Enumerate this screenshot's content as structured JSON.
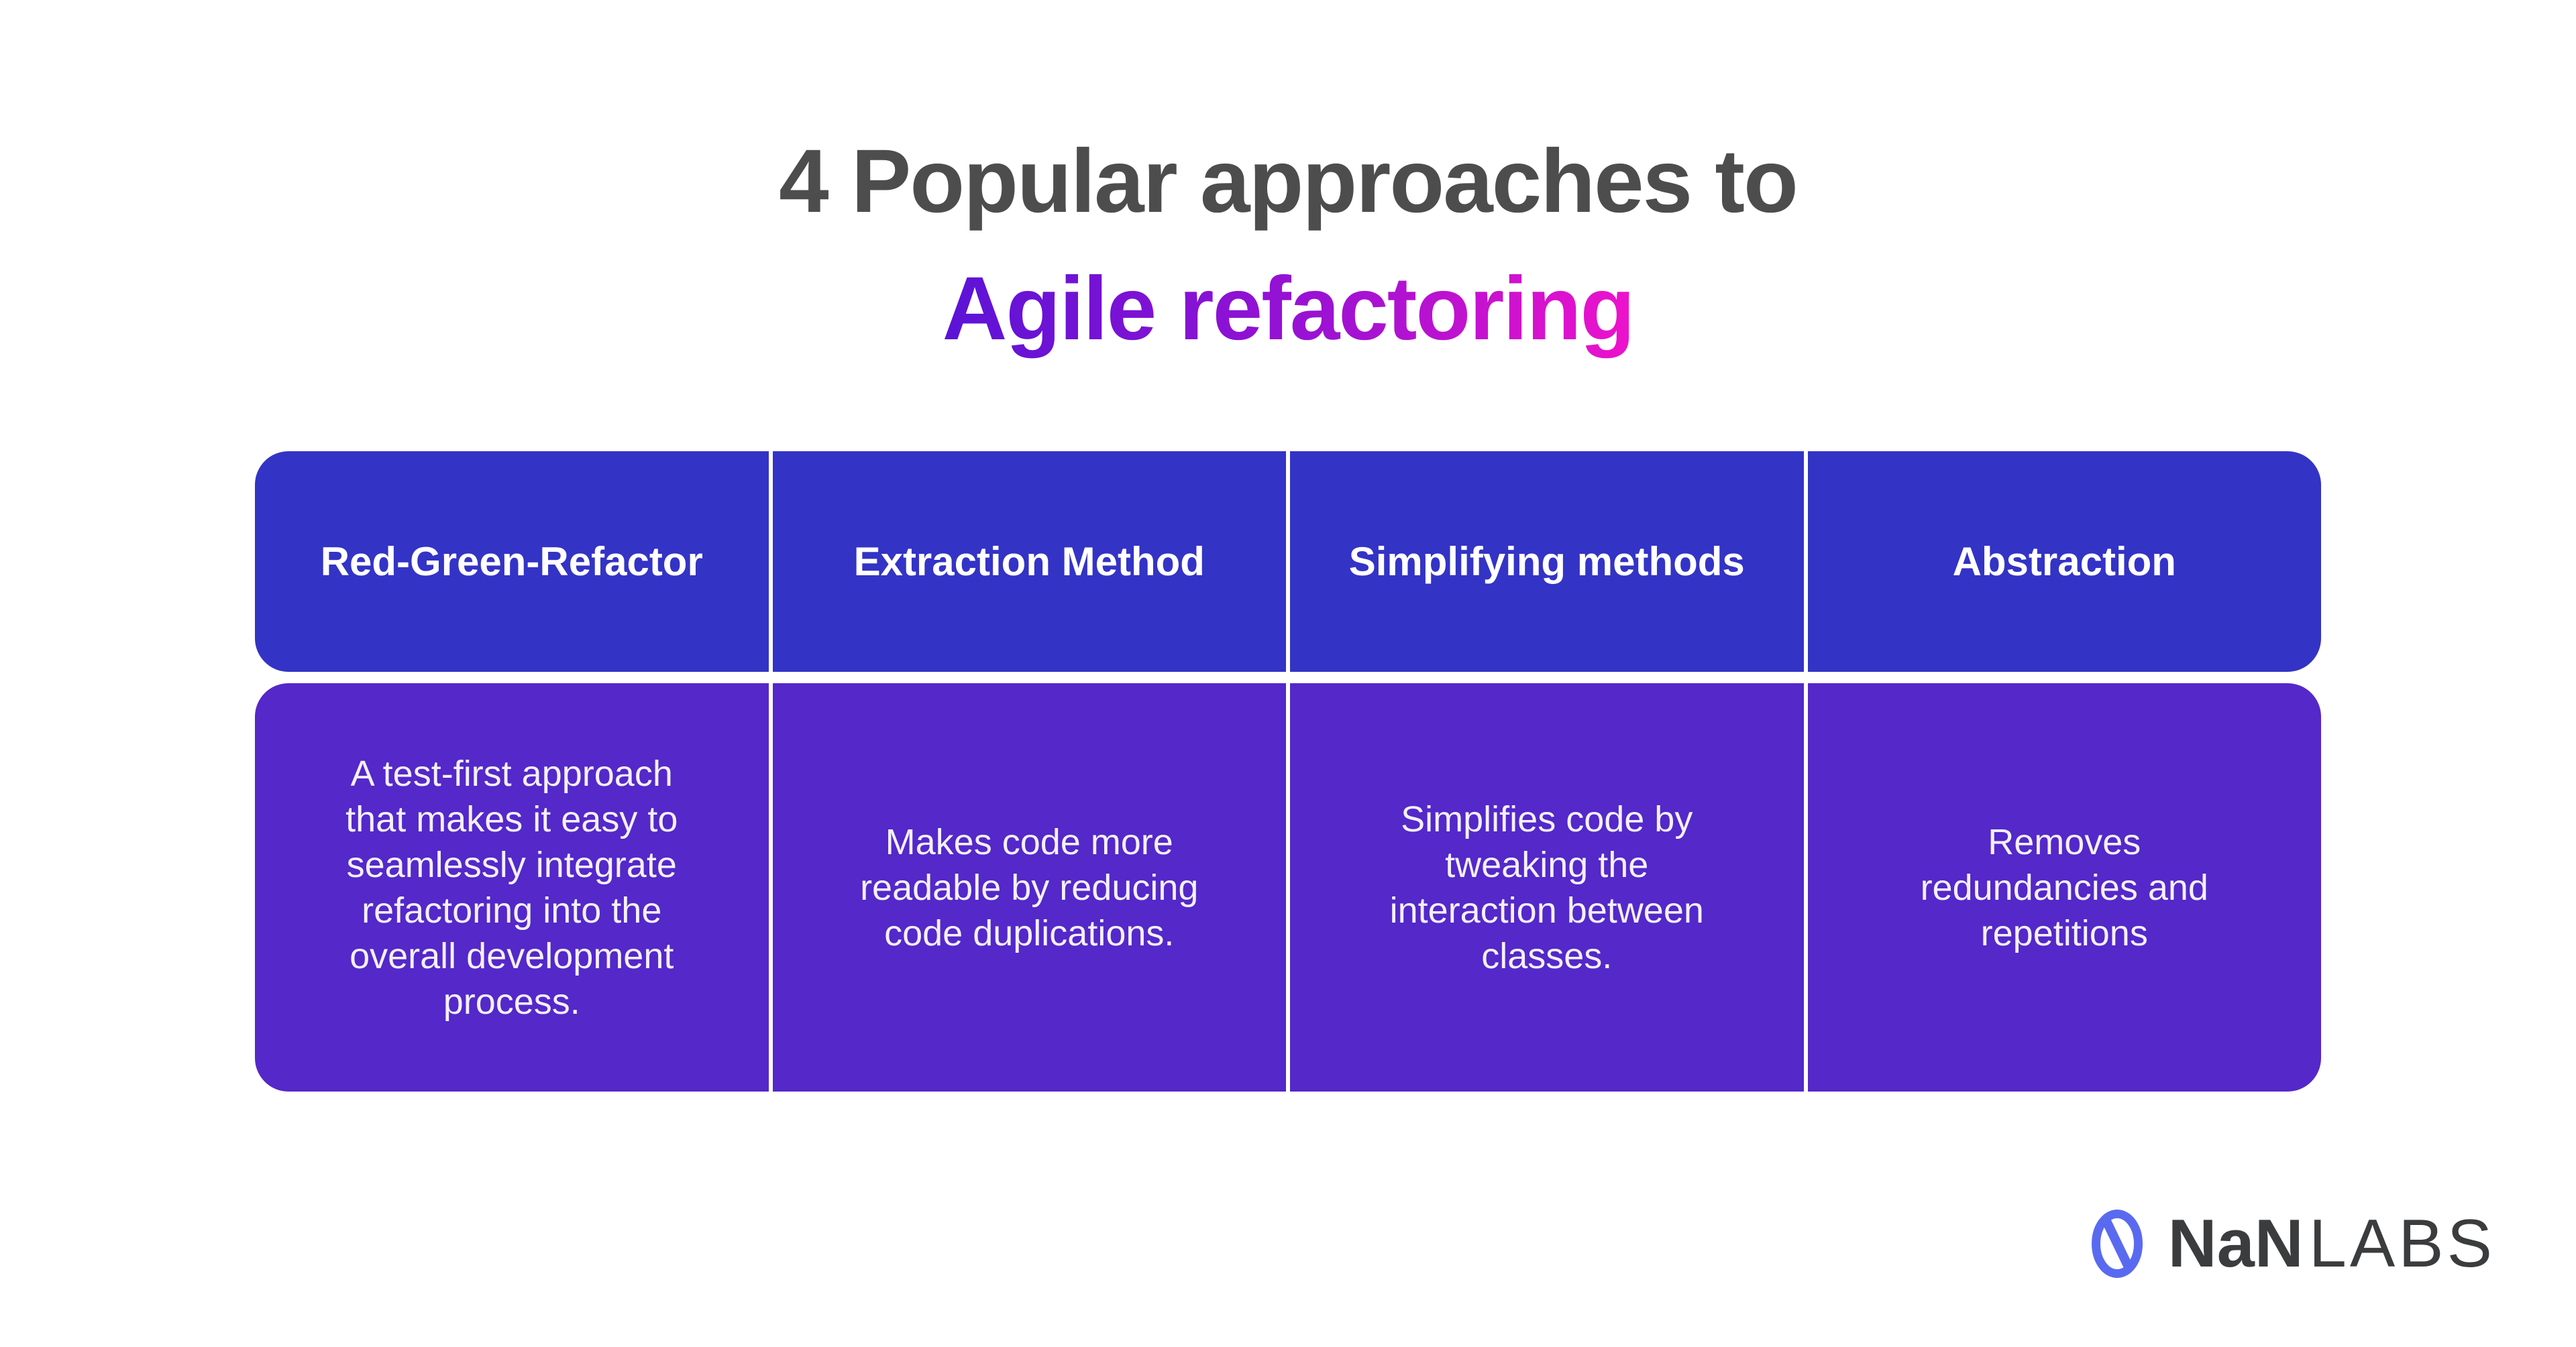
{
  "title": {
    "line1": "4 Popular approaches to",
    "line2": "Agile refactoring",
    "line1_color": "#4d4d4d",
    "line2_gradient_start": "#5b13d6",
    "line2_gradient_end": "#ee12cc"
  },
  "table": {
    "header_bg_color": "#3333c6",
    "body_bg_color": "#5428c9",
    "divider_color": "#ffffff",
    "text_color": "#ffffff",
    "columns": [
      {
        "header": "Red-Green-Refactor",
        "description": "A test-first approach\nthat makes it easy to\nseamlessly integrate\nrefactoring into the\noverall development\nprocess."
      },
      {
        "header": "Extraction Method",
        "description": "Makes code more\nreadable by reducing\ncode duplications."
      },
      {
        "header": "Simplifying methods",
        "description": "Simplifies code by\ntweaking the\ninteraction between\nclasses."
      },
      {
        "header": "Abstraction",
        "description": "Removes\nredundancies and\nrepetitions"
      }
    ]
  },
  "logo": {
    "text_bold": "NaN",
    "text_light": "LABS",
    "mark_icon": "nanlabs-n-ellipse-icon",
    "mark_color": "#5a6af0",
    "text_color": "#3b3c3d"
  }
}
